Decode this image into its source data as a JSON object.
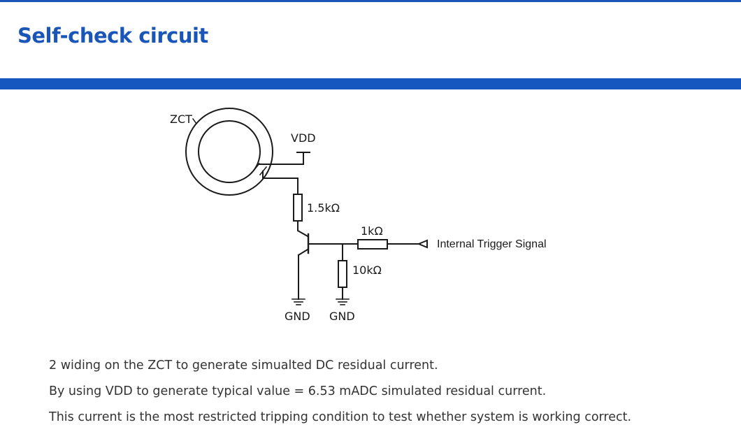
{
  "header": {
    "title": "Self-check circuit"
  },
  "colors": {
    "accent": "#1a56b8",
    "band": "#1656bf",
    "text": "#333333",
    "wire": "#1a1a1a"
  },
  "diagram": {
    "labels": {
      "zct": "ZCT",
      "vdd": "VDD",
      "r1": "1.5kΩ",
      "r2": "1kΩ",
      "r3": "10kΩ",
      "gnd1": "GND",
      "gnd2": "GND",
      "signal": "Internal Trigger Signal"
    }
  },
  "description": {
    "lines": [
      "2 widing on the ZCT to generate simualted DC residual current.",
      "By using VDD to generate typical value = 6.53 mADC simulated residual current.",
      "This current is the most restricted tripping condition to test whether system is working correct."
    ]
  }
}
